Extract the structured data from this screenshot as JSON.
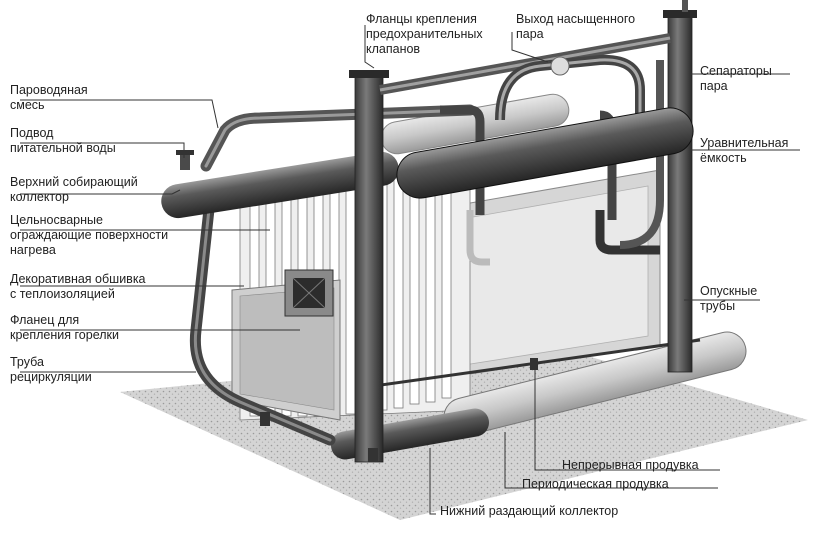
{
  "labels": {
    "steam_water_mixture": [
      "Пароводяная",
      "смесь"
    ],
    "feedwater_supply": [
      "Подвод",
      "питательной воды"
    ],
    "upper_collector": [
      "Верхний собирающий",
      "коллектор"
    ],
    "welded_surfaces": [
      "Цельносварные",
      "ограждающие поверхности",
      "нагрева"
    ],
    "decorative_cladding": [
      "Декоративная обшивка",
      "с теплоизоляцией"
    ],
    "burner_flange": [
      "Фланец для",
      "крепления горелки"
    ],
    "recirculation_pipe": [
      "Труба",
      "рециркуляции"
    ],
    "safety_valve_flanges": [
      "Фланцы крепления",
      "предохранительных",
      "клапанов"
    ],
    "saturated_steam_outlet": [
      "Выход насыщенного",
      "пара"
    ],
    "steam_separators": [
      "Сепараторы",
      "пара"
    ],
    "equalizing_tank": [
      "Уравнительная",
      "ёмкость"
    ],
    "downcomers": [
      "Опускные",
      "трубы"
    ],
    "continuous_blowdown": "Непрерывная продувка",
    "periodic_blowdown": "Периодическая продувка",
    "lower_collector": "Нижний раздающий коллектор"
  }
}
